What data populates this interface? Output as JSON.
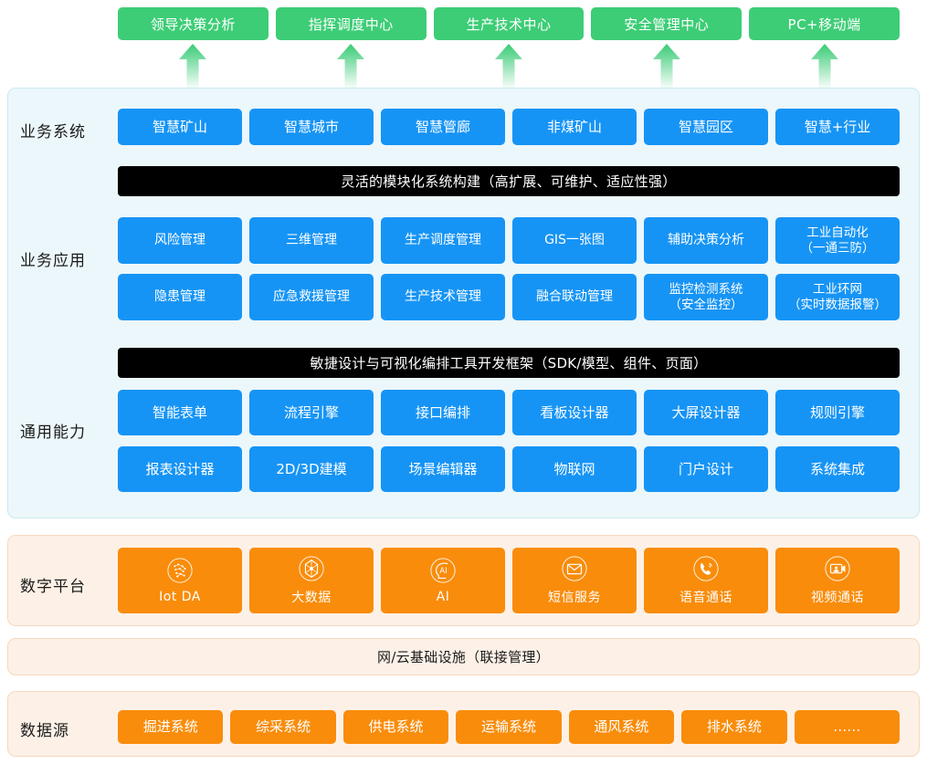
{
  "top_buttons": [
    "领导决策分析",
    "指挥调度中心",
    "生产技术中心",
    "安全管理中心",
    "PC+移动端"
  ],
  "layers": {
    "business_system": {
      "label": "业务系统",
      "items": [
        "智慧矿山",
        "智慧城市",
        "智慧管廊",
        "非煤矿山",
        "智慧园区",
        "智慧+行业"
      ]
    },
    "framework_bar_1": "灵活的模块化系统构建（高扩展、可维护、适应性强）",
    "business_application": {
      "label": "业务应用",
      "row1": [
        {
          "line1": "风险管理",
          "line2": ""
        },
        {
          "line1": "三维管理",
          "line2": ""
        },
        {
          "line1": "生产调度管理",
          "line2": ""
        },
        {
          "line1": "GIS一张图",
          "line2": ""
        },
        {
          "line1": "辅助决策分析",
          "line2": ""
        },
        {
          "line1": "工业自动化",
          "line2": "（一通三防）"
        }
      ],
      "row2": [
        {
          "line1": "隐患管理",
          "line2": ""
        },
        {
          "line1": "应急救援管理",
          "line2": ""
        },
        {
          "line1": "生产技术管理",
          "line2": ""
        },
        {
          "line1": "融合联动管理",
          "line2": ""
        },
        {
          "line1": "监控检测系统",
          "line2": "（安全监控）"
        },
        {
          "line1": "工业环网",
          "line2": "（实时数据报警）"
        }
      ]
    },
    "framework_bar_2": "敏捷设计与可视化编排工具开发框架（SDK/模型、组件、页面）",
    "general_capability": {
      "label": "通用能力",
      "row1": [
        "智能表单",
        "流程引擎",
        "接口编排",
        "看板设计器",
        "大屏设计器",
        "规则引擎"
      ],
      "row2": [
        "报表设计器",
        "2D/3D建模",
        "场景编辑器",
        "物联网",
        "门户设计",
        "系统集成"
      ]
    },
    "digital_platform": {
      "label": "数字平台",
      "items": [
        {
          "label": "Iot DA",
          "icon": "iot-network-icon"
        },
        {
          "label": "大数据",
          "icon": "polyhedron-bigdata-icon"
        },
        {
          "label": "AI",
          "icon": "ai-head-icon"
        },
        {
          "label": "短信服务",
          "icon": "envelope-icon"
        },
        {
          "label": "语音通话",
          "icon": "phone-call-icon"
        },
        {
          "label": "视频通话",
          "icon": "video-call-icon"
        }
      ]
    },
    "network_infrastructure": "网/云基础设施（联接管理）",
    "data_source": {
      "label": "数据源",
      "items": [
        "掘进系统",
        "综采系统",
        "供电系统",
        "运输系统",
        "通风系统",
        "排水系统",
        "……"
      ]
    }
  },
  "colors": {
    "green": "#3dcd76",
    "blue": "#1694f5",
    "orange": "#f98c0a",
    "black_bar": "#000000",
    "panel_blue_bg": "#ecf7fb",
    "panel_blue_border": "#c9e9f0",
    "panel_orange_bg": "#fdf1e7",
    "panel_orange_border": "#f6d8bd",
    "text_dark": "#1b1b1b",
    "text_white": "#ffffff"
  }
}
